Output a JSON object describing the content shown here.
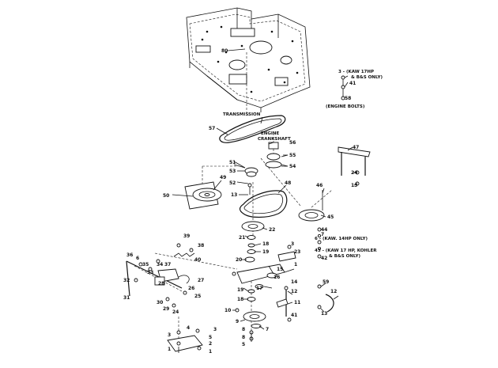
{
  "captions": {
    "transmission": "TRANSMISSION",
    "engine": "ENGINE",
    "crankshaft": "CRANKSHAFT",
    "engine_bolts": "(ENGINE BOLTS)",
    "kaw17_line1": "3 - (KAW 17HP",
    "kaw17_line2": "& B&S ONLY)",
    "kaw14": "6 - (KAW. 14HP ONLY)",
    "kohler_line1": "43 - (KAW 17 HP, KOHLER",
    "kohler_line2": "& B&S ONLY)"
  },
  "callouts": {
    "c80": "80",
    "c41": "41",
    "c58": "58",
    "c57": "57",
    "c56": "56",
    "c55": "55",
    "c54": "54",
    "c51": "51",
    "c53": "53",
    "c52": "52",
    "c13a": "13",
    "c49": "49",
    "c50": "50",
    "c48": "48",
    "c47": "47",
    "c24a": "24",
    "c13b": "13",
    "c46": "46",
    "c45": "45",
    "c22": "22",
    "c44": "44",
    "c7a": "7",
    "c42": "42",
    "c21": "21",
    "c18a": "18",
    "c19a": "19",
    "c20": "20",
    "c3a": "3",
    "c23": "23",
    "c1a": "1",
    "c15": "15",
    "c16": "16",
    "c17": "17",
    "c14": "14",
    "c12": "12",
    "c11": "11",
    "c19b": "19",
    "c18b": "18",
    "c10": "10",
    "c9": "9",
    "c8a": "8",
    "c7b": "7",
    "c8b": "8",
    "c5a": "5",
    "c59": "59",
    "c12b": "12",
    "c13c": "13",
    "c41b": "41",
    "c39": "39",
    "c38": "38",
    "c40": "40",
    "c36": "36",
    "c6a": "6",
    "c34": "34",
    "c37": "37",
    "c35": "35",
    "c33": "33",
    "c32": "32",
    "c27": "27",
    "c28": "28",
    "c26": "26",
    "c25": "25",
    "c31": "31",
    "c30": "30",
    "c29": "29",
    "c24b": "24",
    "c3b": "3",
    "c4": "4",
    "c2": "2",
    "c1b": "1",
    "c5b": "5",
    "c3c": "3",
    "c1c": "1"
  }
}
